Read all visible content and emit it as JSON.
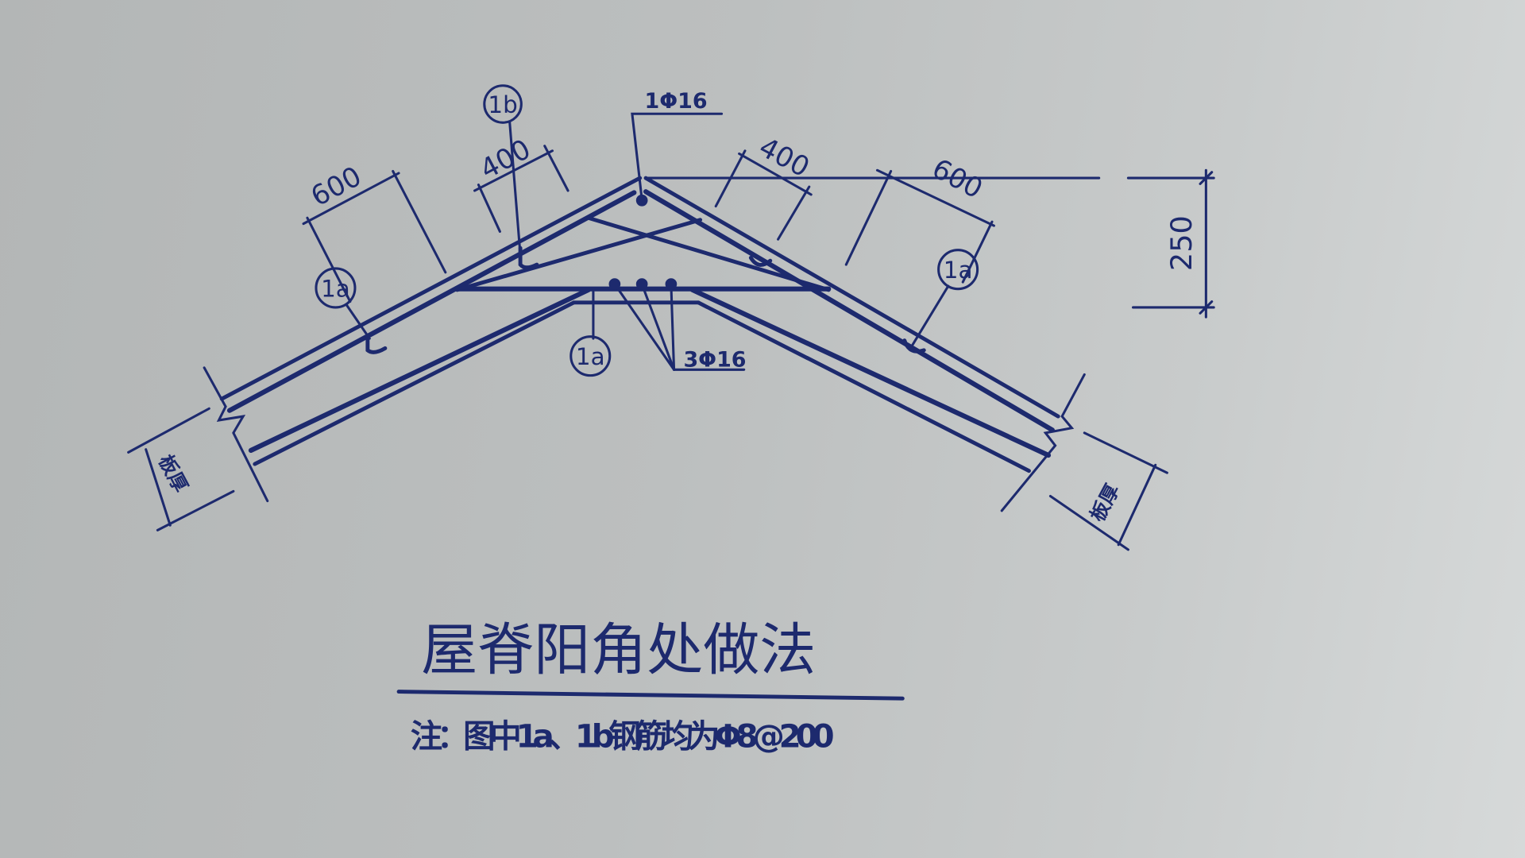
{
  "title": "屋脊阳角处做法",
  "note": "注：图中1a、1b钢筋均为Φ8@200",
  "labels": {
    "top_bar": "1Φ16",
    "bottom_bars": "3Φ16",
    "bar_1a": "1a",
    "bar_1b": "1b",
    "slab_thickness": "板厚"
  },
  "dimensions": {
    "left_outer": "600",
    "left_inner": "400",
    "right_inner": "400",
    "right_outer": "600",
    "ridge_height": "250"
  },
  "colors": {
    "ink": "#1d2a6e",
    "paper": "#bcbfbf"
  }
}
